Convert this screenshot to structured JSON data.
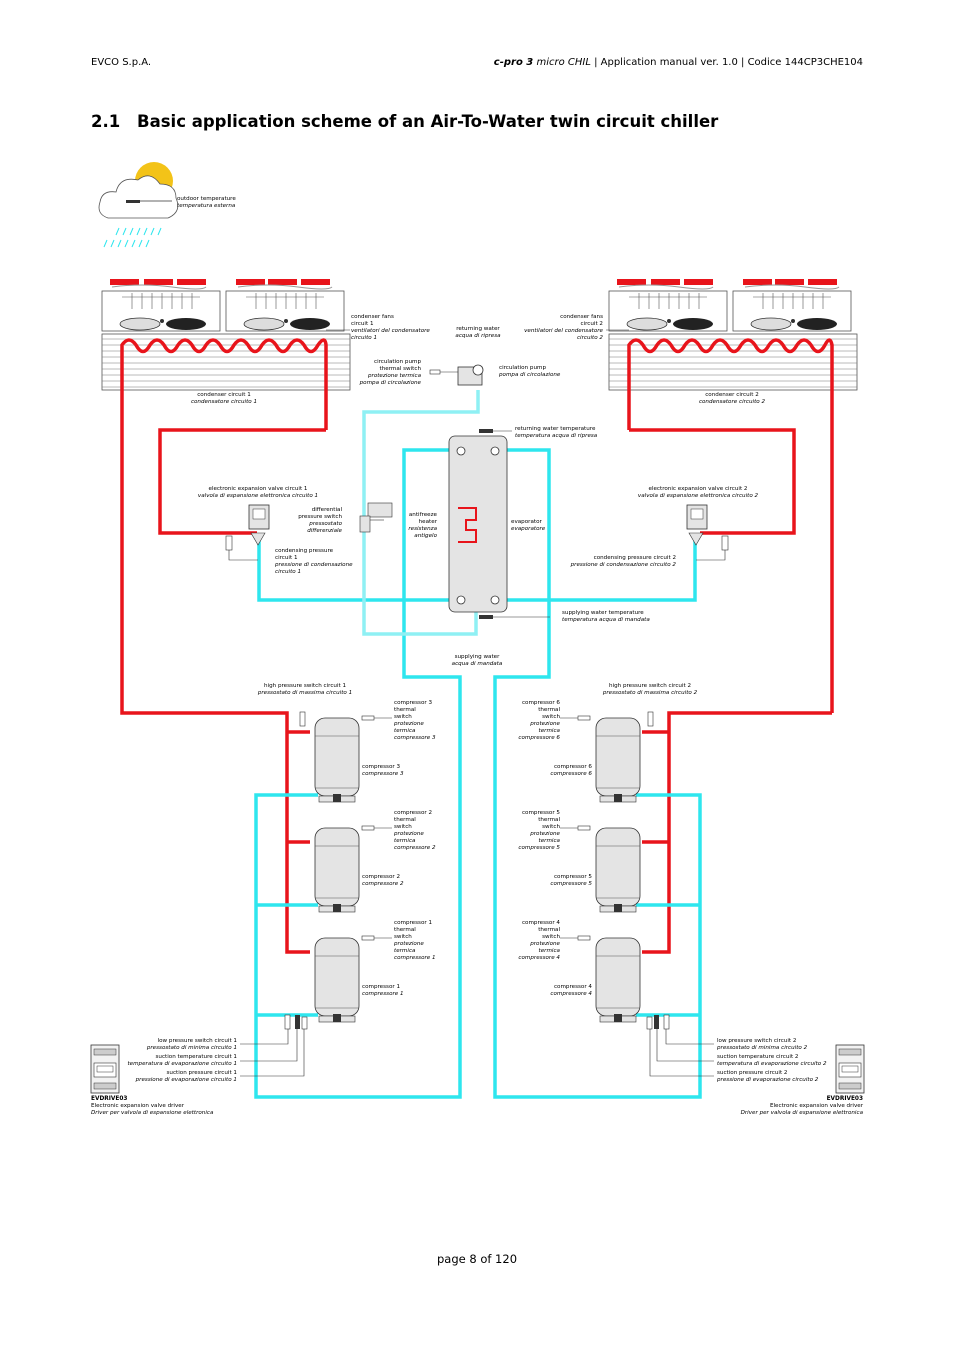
{
  "header": {
    "company": "EVCO S.p.A.",
    "product": "c-pro 3",
    "product_variant": "micro CHIL",
    "doc_info": "| Application manual ver. 1.0 | Codice 144CP3CHE104"
  },
  "section": {
    "number": "2.1",
    "title": "Basic application scheme of an Air-To-Water twin circuit chiller"
  },
  "colors": {
    "hot_line": "#e8141b",
    "cold_line": "#2ee6ee",
    "return_line": "#8ff0f4",
    "component_fill": "#e4e4e4"
  },
  "labels": {
    "outdoor": [
      "outdoor temperature",
      "temperatura esterna"
    ],
    "fans1": [
      "condenser fans",
      "circuit 1",
      "ventilatori del condensatore",
      "circuito 1"
    ],
    "fans2": [
      "condenser fans",
      "circuit 2",
      "ventilatori del condensatore",
      "circuito 2"
    ],
    "returning_water": [
      "returning water",
      "acqua di ripresa"
    ],
    "pump_thermal": [
      "circulation pump",
      "thermal switch",
      "protezione termica",
      "pompa di circolazione"
    ],
    "pump": [
      "circulation pump",
      "pompa di circolazione"
    ],
    "cond1": [
      "condenser circuit 1",
      "condensatore circuito 1"
    ],
    "cond2": [
      "condenser circuit 2",
      "condensatore circuito 2"
    ],
    "ret_temp": [
      "returning water temperature",
      "temperatura acqua di ripresa"
    ],
    "eev1": [
      "electronic expansion valve circuit 1",
      "valvola di espansione elettronica circuito 1"
    ],
    "eev2": [
      "electronic expansion valve circuit 2",
      "valvola di espansione elettronica circuito 2"
    ],
    "diff_switch": [
      "differential",
      "pressure switch",
      "pressostato",
      "differenziale"
    ],
    "antifreeze": [
      "antifreeze",
      "heater",
      "resistenza",
      "antigelo"
    ],
    "evaporator": [
      "evaporator",
      "evaporatore"
    ],
    "cond_press1": [
      "condensing pressure",
      "circuit 1",
      "pressione di condensazione",
      "circuito 1"
    ],
    "cond_press2": [
      "condensing pressure circuit 2",
      "pressione di condensazione circuito 2"
    ],
    "sup_temp": [
      "supplying water temperature",
      "temperatura acqua di mandata"
    ],
    "sup_water": [
      "supplying water",
      "acqua di mandata"
    ],
    "hp1": [
      "high pressure switch circuit 1",
      "pressostato di massima circuito 1"
    ],
    "hp2": [
      "high pressure switch circuit 2",
      "pressostato di massima circuito 2"
    ],
    "c3_thermal": [
      "compressor 3",
      "thermal",
      "switch",
      "protezione",
      "termica",
      "compressore 3"
    ],
    "c3": [
      "compressor 3",
      "compressore 3"
    ],
    "c2_thermal": [
      "compressor 2",
      "thermal",
      "switch",
      "protezione",
      "termica",
      "compressore 2"
    ],
    "c2": [
      "compressor 2",
      "compressore 2"
    ],
    "c1_thermal": [
      "compressor 1",
      "thermal",
      "switch",
      "protezione",
      "termica",
      "compressore 1"
    ],
    "c1": [
      "compressor 1",
      "compressore 1"
    ],
    "c6_thermal": [
      "compressor 6",
      "thermal",
      "switch",
      "protezione",
      "termica",
      "compressore 6"
    ],
    "c6": [
      "compressor 6",
      "compressore 6"
    ],
    "c5_thermal": [
      "compressor 5",
      "thermal",
      "switch",
      "protezione",
      "termica",
      "compressore 5"
    ],
    "c5": [
      "compressor 5",
      "compressore 5"
    ],
    "c4_thermal": [
      "compressor 4",
      "thermal",
      "switch",
      "protezione",
      "termica",
      "compressore 4"
    ],
    "c4": [
      "compressor 4",
      "compressore 4"
    ],
    "lp1": [
      "low pressure switch circuit 1",
      "pressostato di minima circuito 1"
    ],
    "st1": [
      "suction temperature circuit 1",
      "temperatura di evaporazione circuito 1"
    ],
    "sp1": [
      "suction pressure circuit 1",
      "pressione di evaporazione circuito 1"
    ],
    "lp2": [
      "low pressure switch circuit 2",
      "pressostato di minima circuito 2"
    ],
    "st2": [
      "suction temperature circuit 2",
      "temperatura di evaporazione circuito 2"
    ],
    "sp2": [
      "suction pressure circuit 2",
      "pressione di evaporazione circuito 2"
    ],
    "drv1": [
      "EVDRIVE03",
      "Electronic expansion valve driver",
      "Driver per valvola di espansione elettronica"
    ],
    "drv2": [
      "EVDRIVE03",
      "Electronic expansion valve driver",
      "Driver per valvola di espansione elettronica"
    ]
  },
  "footer": {
    "page": "page 8 of 120"
  }
}
